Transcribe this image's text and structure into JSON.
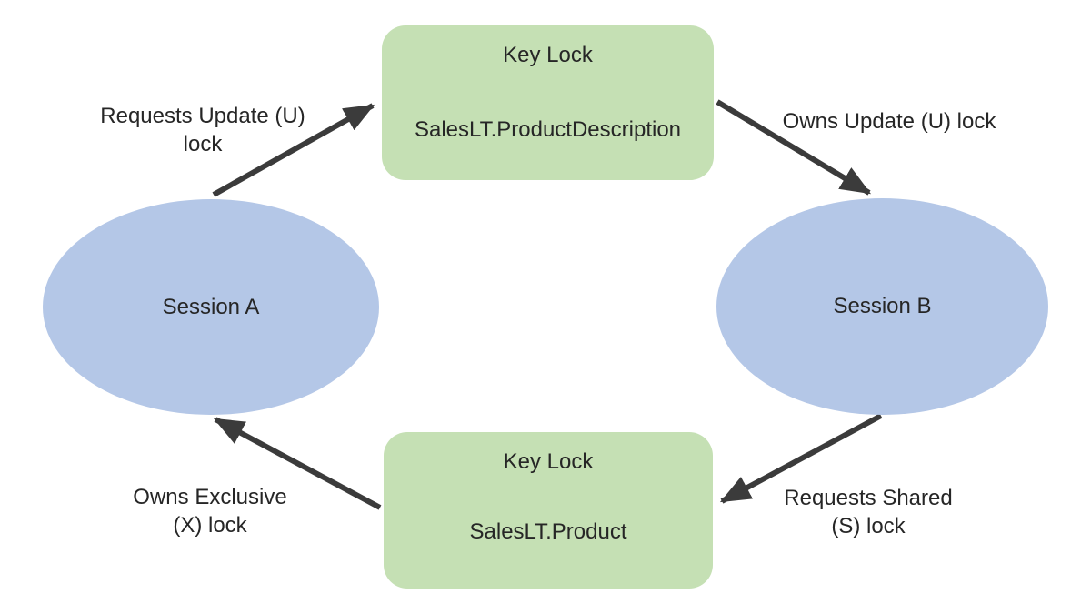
{
  "diagram": {
    "title": "SQL deadlock cycle diagram",
    "colors": {
      "background": "#ffffff",
      "resource_fill": "#c5e0b4",
      "session_fill": "#b4c7e7",
      "arrow": "#3b3b3b",
      "text": "#262626"
    },
    "nodes": {
      "resource_top": {
        "title": "Key Lock",
        "name": "SalesLT.ProductDescription"
      },
      "resource_bottom": {
        "title": "Key Lock",
        "name": "SalesLT.Product"
      },
      "session_a": {
        "label": "Session A"
      },
      "session_b": {
        "label": "Session B"
      }
    },
    "edges": [
      {
        "from": "session_a",
        "to": "resource_top",
        "label_line1": "Requests Update (U)",
        "label_line2": "lock"
      },
      {
        "from": "resource_top",
        "to": "session_b",
        "label_line1": "Owns Update (U) lock",
        "label_line2": ""
      },
      {
        "from": "session_b",
        "to": "resource_bottom",
        "label_line1": "Requests Shared",
        "label_line2": "(S) lock"
      },
      {
        "from": "resource_bottom",
        "to": "session_a",
        "label_line1": "Owns Exclusive",
        "label_line2": "(X) lock"
      }
    ]
  }
}
